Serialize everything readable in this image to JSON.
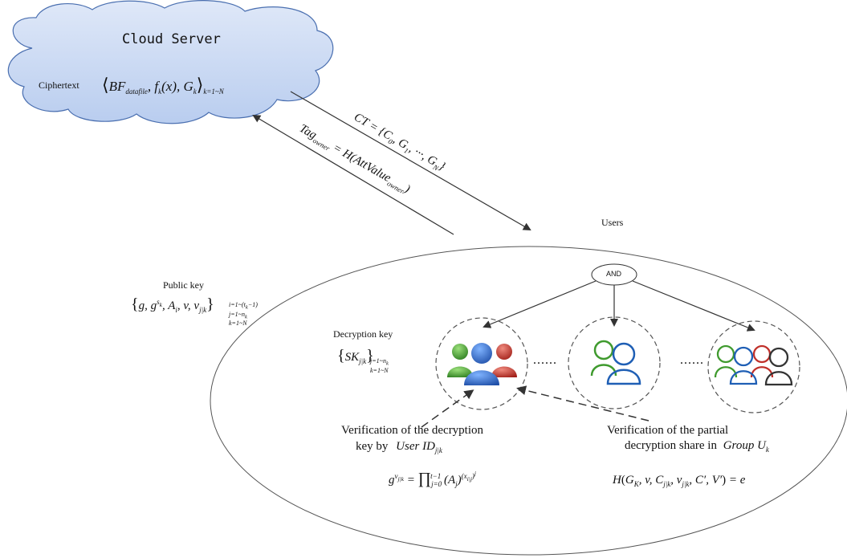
{
  "cloud": {
    "title": "Cloud Server",
    "ciphertext_label": "Ciphertext",
    "ciphertext_formula": "⟨BF_datafile, f_k(x), G_k⟩_{k=1~N}"
  },
  "arrows": {
    "ct_formula": "CT = {C0, G1, ···, GN}",
    "tag_formula": "Tag_owner = H(AttValue_owner)"
  },
  "users_label": "Users",
  "public_key": {
    "label": "Public key",
    "formula": "{g, g^{s_k}, A_i, v, v_{j|k}}",
    "subscripts": "i=1~(t_k−1), j=1~n_k, k=1~N"
  },
  "decryption_key": {
    "label": "Decryption key",
    "formula": "{SK_{j|k}}",
    "subscripts": "j=1~n_k, k=1~N"
  },
  "and_node": "AND",
  "ellipsis": "......",
  "verification_left": {
    "line1": "Verification of the decryption",
    "line2": "key by",
    "id_term": "User ID_{j|k}",
    "equation": "g^{v_{j|k}} = ∏_{j=0}^{t−1} (A_j)^{(x_{i|j})^j}"
  },
  "verification_right": {
    "line1": "Verification of the partial",
    "line2": "decryption share in",
    "group_term": "Group U_k",
    "equation": "H(G_K, v, C_{j|k}, v_{j|k}, C′, V′) = e"
  },
  "colors": {
    "cloud_fill": "#c9d9f3",
    "cloud_stroke": "#4a6fb0",
    "line": "#333333",
    "dashed_circle": "#555555",
    "user_green": "#3f9a2e",
    "user_blue": "#1f5fb5",
    "user_red": "#c0302a",
    "user_dark": "#333333"
  }
}
